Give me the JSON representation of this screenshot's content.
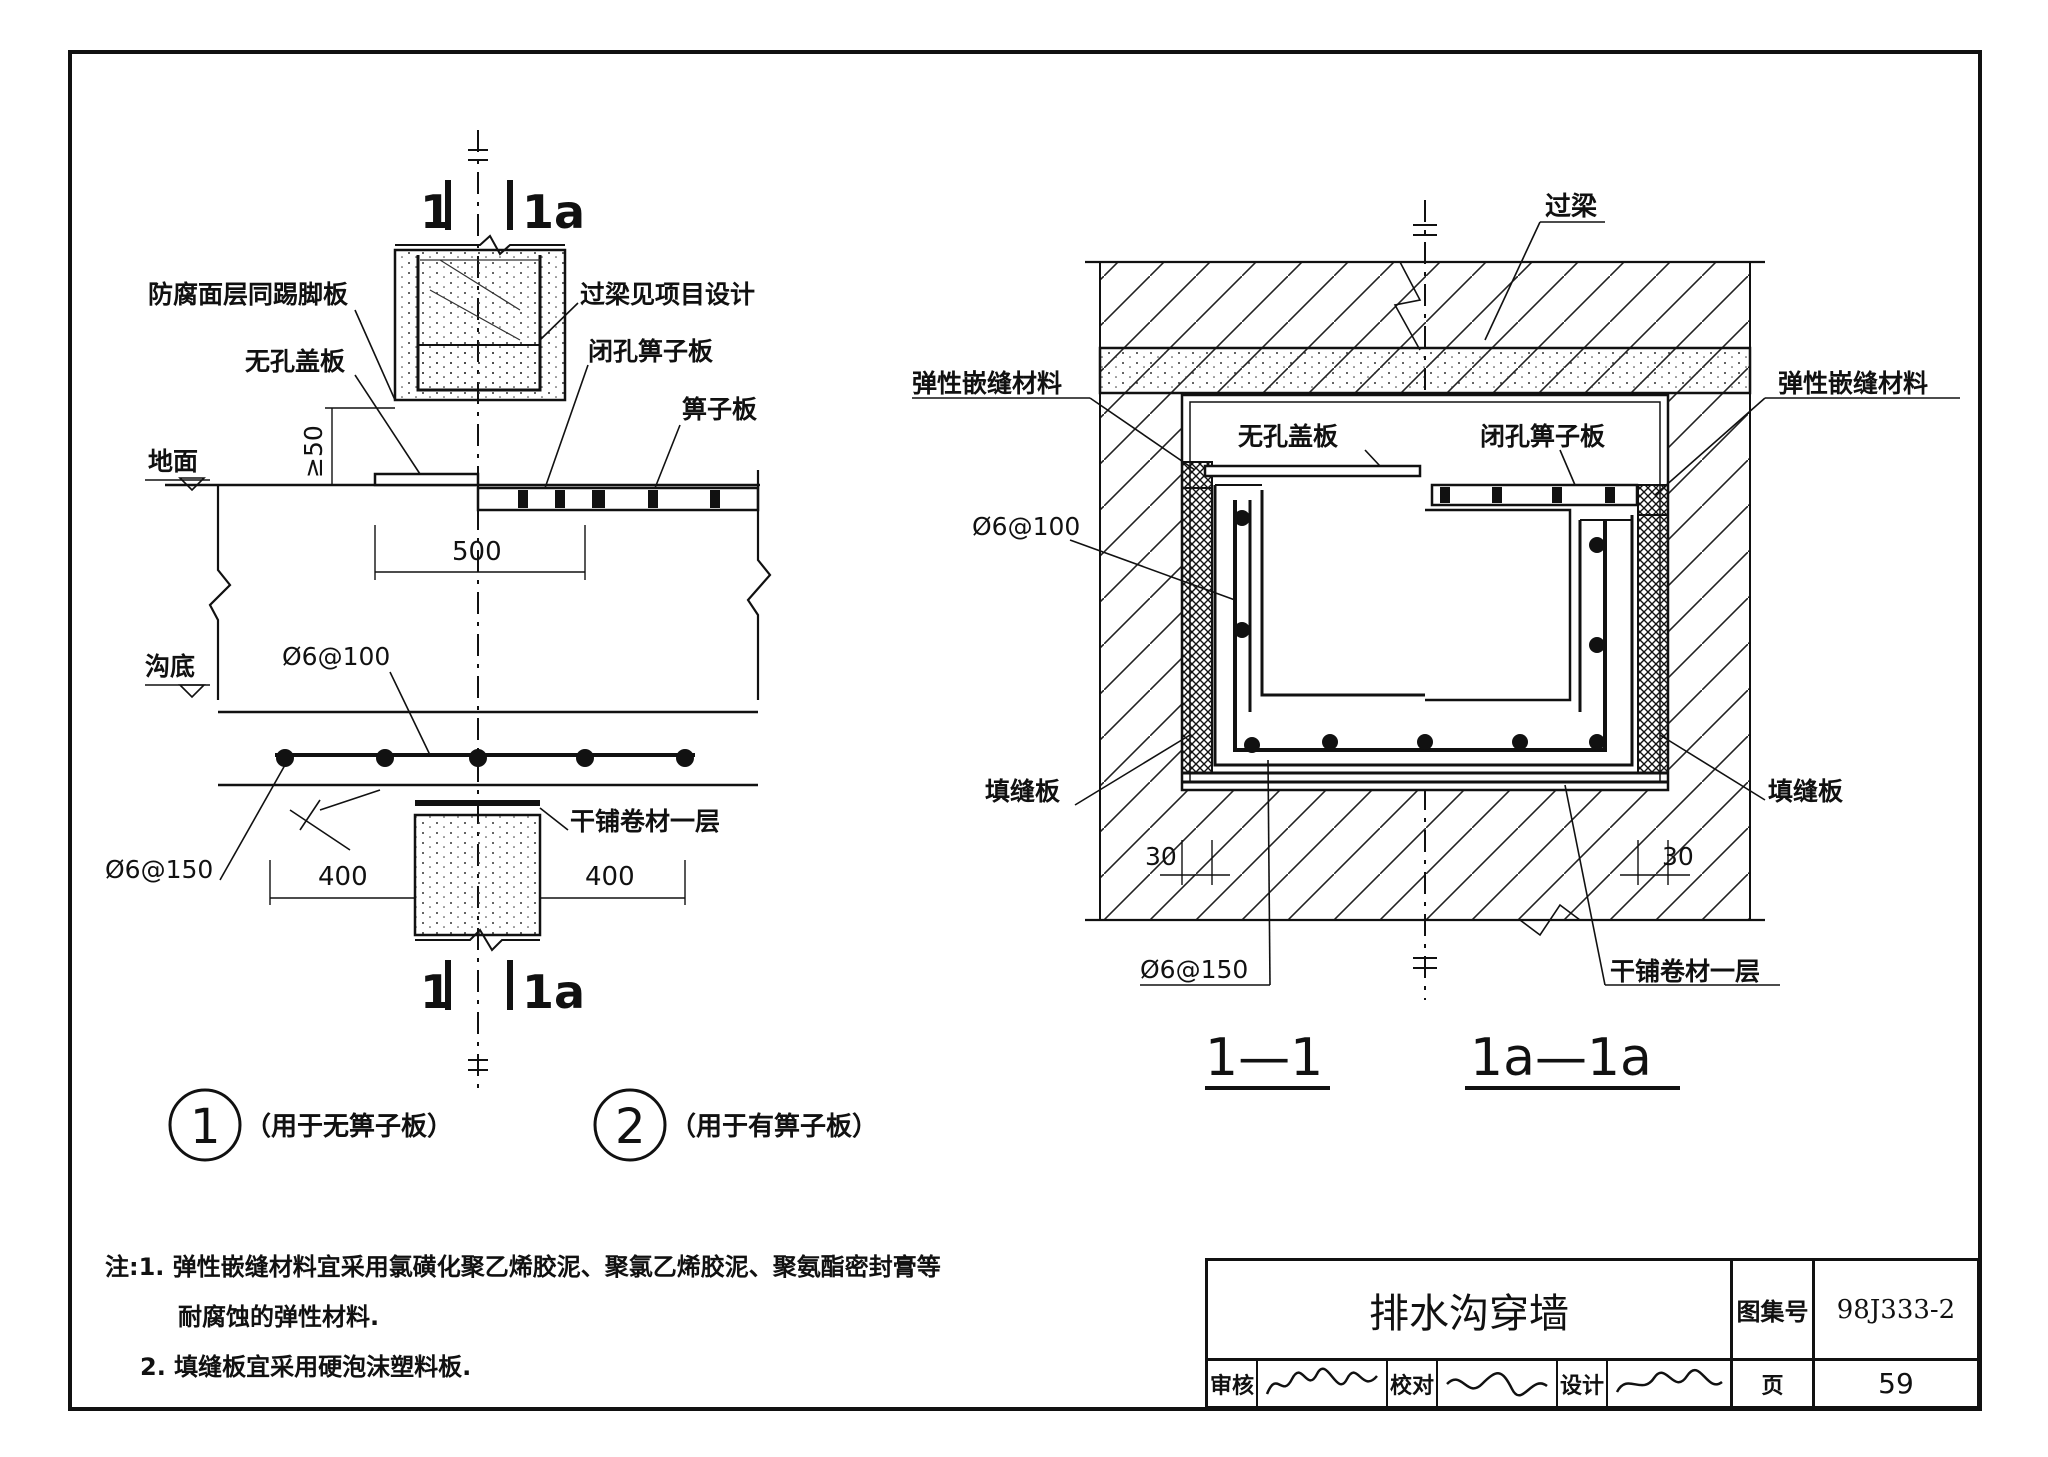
{
  "left_detail": {
    "section_marks": {
      "mark_1": "1",
      "mark_1a": "1a"
    },
    "labels": {
      "anticorrosion": "防腐面层同踢脚板",
      "lintel_design": "过梁见项目设计",
      "solid_cover": "无孔盖板",
      "closed_grate": "闭孔箅子板",
      "grate": "箅子板",
      "ground": "地面",
      "trench_bottom": "沟底",
      "rebar_100": "Ø6@100",
      "rebar_150": "Ø6@150",
      "felt_layer": "干铺卷材一层"
    },
    "dimensions": {
      "d50": "≥50",
      "d500": "500",
      "d400_left": "400",
      "d400_right": "400"
    }
  },
  "right_detail": {
    "labels": {
      "lintel": "过梁",
      "elastic_left": "弹性嵌缝材料",
      "elastic_right": "弹性嵌缝材料",
      "solid_cover": "无孔盖板",
      "closed_grate": "闭孔箅子板",
      "rebar_100": "Ø6@100",
      "filler_left": "填缝板",
      "filler_right": "填缝板",
      "rebar_150": "Ø6@150",
      "felt_layer": "干铺卷材一层"
    },
    "dimensions": {
      "d30_left": "30",
      "d30_right": "30"
    },
    "section_titles": {
      "s1": "1—1",
      "s1a": "1a—1a"
    }
  },
  "variants": [
    {
      "number": "1",
      "caption": "（用于无箅子板）"
    },
    {
      "number": "2",
      "caption": "（用于有箅子板）"
    }
  ],
  "notes": {
    "prefix": "注:",
    "n1_line1": "1. 弹性嵌缝材料宜采用氯磺化聚乙烯胶泥、聚氯乙烯胶泥、聚氨酯密封膏等",
    "n1_line2": "耐腐蚀的弹性材料.",
    "n2": "2. 填缝板宜采用硬泡沫塑料板."
  },
  "title_block": {
    "title": "排水沟穿墙",
    "atlas_label": "图集号",
    "atlas_no": "98J333-2",
    "review_label": "审核",
    "check_label": "校对",
    "design_label": "设计",
    "page_label": "页",
    "page_no": "59"
  }
}
